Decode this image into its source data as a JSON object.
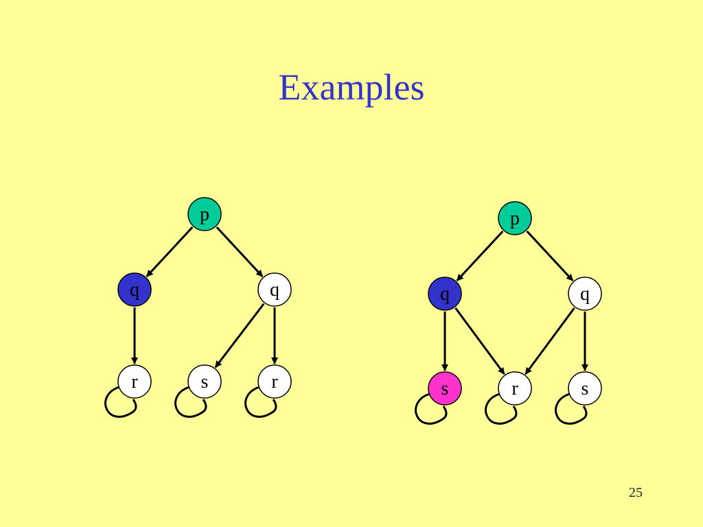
{
  "slide": {
    "title": "Examples",
    "page_number": "25"
  },
  "colors": {
    "background": "#FFFF99",
    "title": "#3333CC",
    "teal_node": "#00CC99",
    "blue_node": "#3333CC",
    "white_node": "#FFFFFF",
    "magenta_node": "#FF33CC",
    "edge": "#000000"
  },
  "diagrams": [
    {
      "nodes": [
        {
          "id": "p",
          "label": "p",
          "color": "teal_node"
        },
        {
          "id": "q1",
          "label": "q",
          "color": "blue_node"
        },
        {
          "id": "q2",
          "label": "q",
          "color": "white_node"
        },
        {
          "id": "r1",
          "label": "r",
          "color": "white_node"
        },
        {
          "id": "s1",
          "label": "s",
          "color": "white_node"
        },
        {
          "id": "r2",
          "label": "r",
          "color": "white_node"
        }
      ],
      "edges": [
        {
          "from": "p",
          "to": "q1"
        },
        {
          "from": "p",
          "to": "q2"
        },
        {
          "from": "q1",
          "to": "r1"
        },
        {
          "from": "q2",
          "to": "s1"
        },
        {
          "from": "q2",
          "to": "r2"
        }
      ],
      "self_loops": [
        "r1",
        "s1",
        "r2"
      ]
    },
    {
      "nodes": [
        {
          "id": "p",
          "label": "p",
          "color": "teal_node"
        },
        {
          "id": "q1",
          "label": "q",
          "color": "blue_node"
        },
        {
          "id": "q2",
          "label": "q",
          "color": "white_node"
        },
        {
          "id": "s1",
          "label": "s",
          "color": "magenta_node"
        },
        {
          "id": "r1",
          "label": "r",
          "color": "white_node"
        },
        {
          "id": "s2",
          "label": "s",
          "color": "white_node"
        }
      ],
      "edges": [
        {
          "from": "p",
          "to": "q1"
        },
        {
          "from": "p",
          "to": "q2"
        },
        {
          "from": "q1",
          "to": "s1"
        },
        {
          "from": "q1",
          "to": "r1"
        },
        {
          "from": "q2",
          "to": "r1"
        },
        {
          "from": "q2",
          "to": "s2"
        }
      ],
      "self_loops": [
        "s1",
        "r1",
        "s2"
      ]
    }
  ]
}
